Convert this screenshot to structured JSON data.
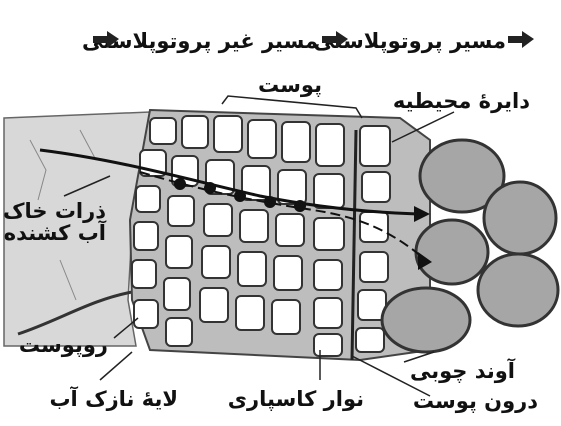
{
  "legend": {
    "items": [
      {
        "label": "مسیر پروتوپلاستی"
      },
      {
        "label": "مسیر غیر پروتوپلاستی"
      }
    ]
  },
  "labels": {
    "cortex": "پوست",
    "pericycle": "دایرهٔ محیطیه",
    "soil_particles": "ذرات خاک",
    "absorbent": "آب کشنده",
    "epidermis": "روپوست",
    "water_film": "لایهٔ نازک آب",
    "casparian_strip": "نوار کاسپاری",
    "xylem": "آوند چوبی",
    "endodermis": "درون پوست"
  },
  "colors": {
    "ink": "#111111",
    "soil": "#d8d8d8",
    "cell_wall": "#9a9a9a",
    "cell_fill": "#ffffff",
    "vascular": "#a6a6a6"
  }
}
